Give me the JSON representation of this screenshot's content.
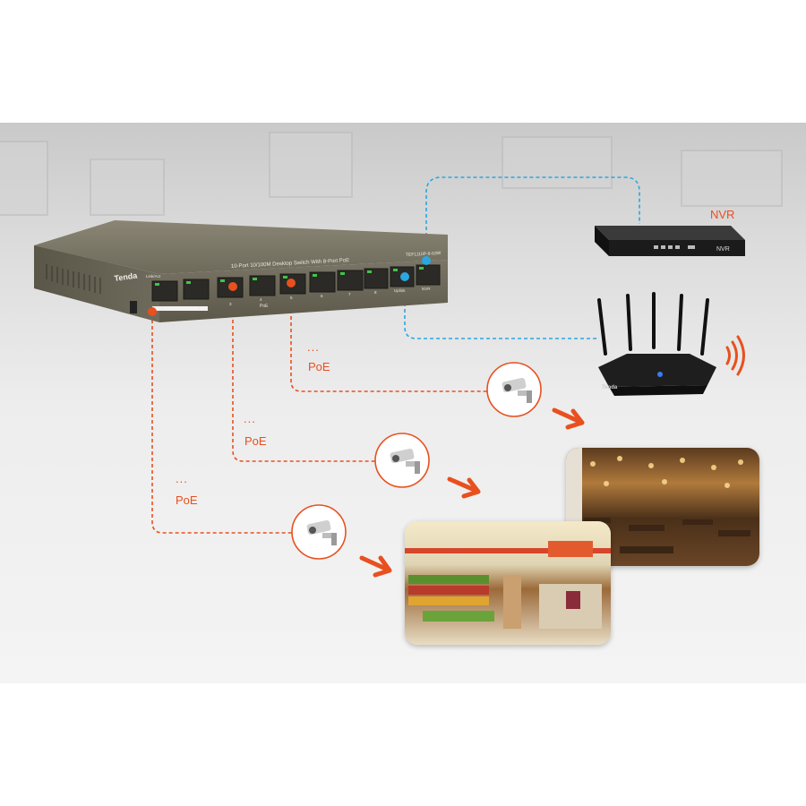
{
  "switch": {
    "brand": "Tenda",
    "model_text": "10-Port 10/100M Desktop Switch With 8-Port PoE",
    "model_number": "TEF1110P-8-63W",
    "port_labels": [
      "1",
      "2",
      "3",
      "4",
      "5",
      "6",
      "7",
      "8"
    ],
    "poe_label": "PoE",
    "uplink_label": "Uplink",
    "nvr_label": "NVR",
    "link_label": "Link/Act"
  },
  "nvr": {
    "title": "NVR",
    "device_text": "NVR"
  },
  "router": {
    "brand": "Tenda"
  },
  "connections": [
    {
      "dots": "...",
      "label": "PoE"
    },
    {
      "dots": "...",
      "label": "PoE"
    },
    {
      "dots": "...",
      "label": "PoE"
    }
  ],
  "colors": {
    "poe_line": "#e8501f",
    "uplink_line": "#2aa7e0",
    "switch_body": "#6b6656"
  }
}
